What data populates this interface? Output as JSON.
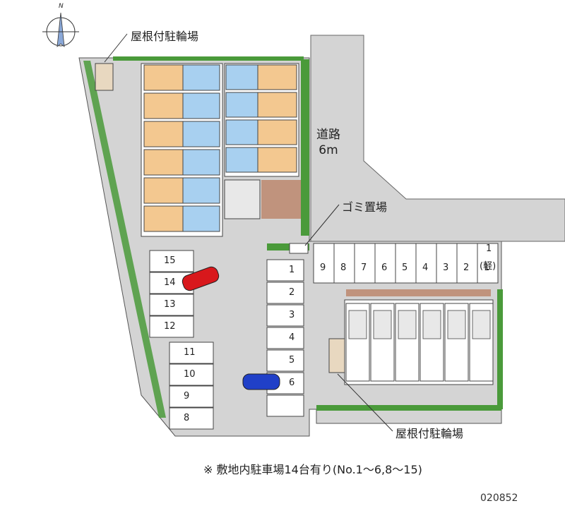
{
  "labels": {
    "bike_parking_top": "屋根付駐輪場",
    "bike_parking_bottom": "屋根付駐輪場",
    "garbage": "ゴミ置場",
    "road_name": "道路",
    "road_width": "6m",
    "note": "※ 敷地内駐車場14台有り(No.1～6,8～15)",
    "property_code": "020852",
    "north_mark": "N"
  },
  "parking_left": [
    "15",
    "14",
    "13",
    "12",
    "11",
    "10",
    "9",
    "8"
  ],
  "parking_center": [
    "1",
    "2",
    "3",
    "4",
    "5",
    "6"
  ],
  "parking_top_right": [
    "9",
    "8",
    "7",
    "6",
    "5",
    "4",
    "3",
    "2",
    "1",
    "(軽)"
  ],
  "cars": [
    {
      "name": "red-car",
      "color": "#d8181c",
      "slot": "14"
    },
    {
      "name": "blue-car",
      "color": "#2040c8",
      "slot": "6"
    }
  ],
  "colors": {
    "ground": "#d4d4d4",
    "road": "#d4d4d4",
    "room": "#f3c890",
    "unit_blue": "#a8d0f0",
    "green": "#4a9a3a",
    "brick": "#b87858"
  }
}
